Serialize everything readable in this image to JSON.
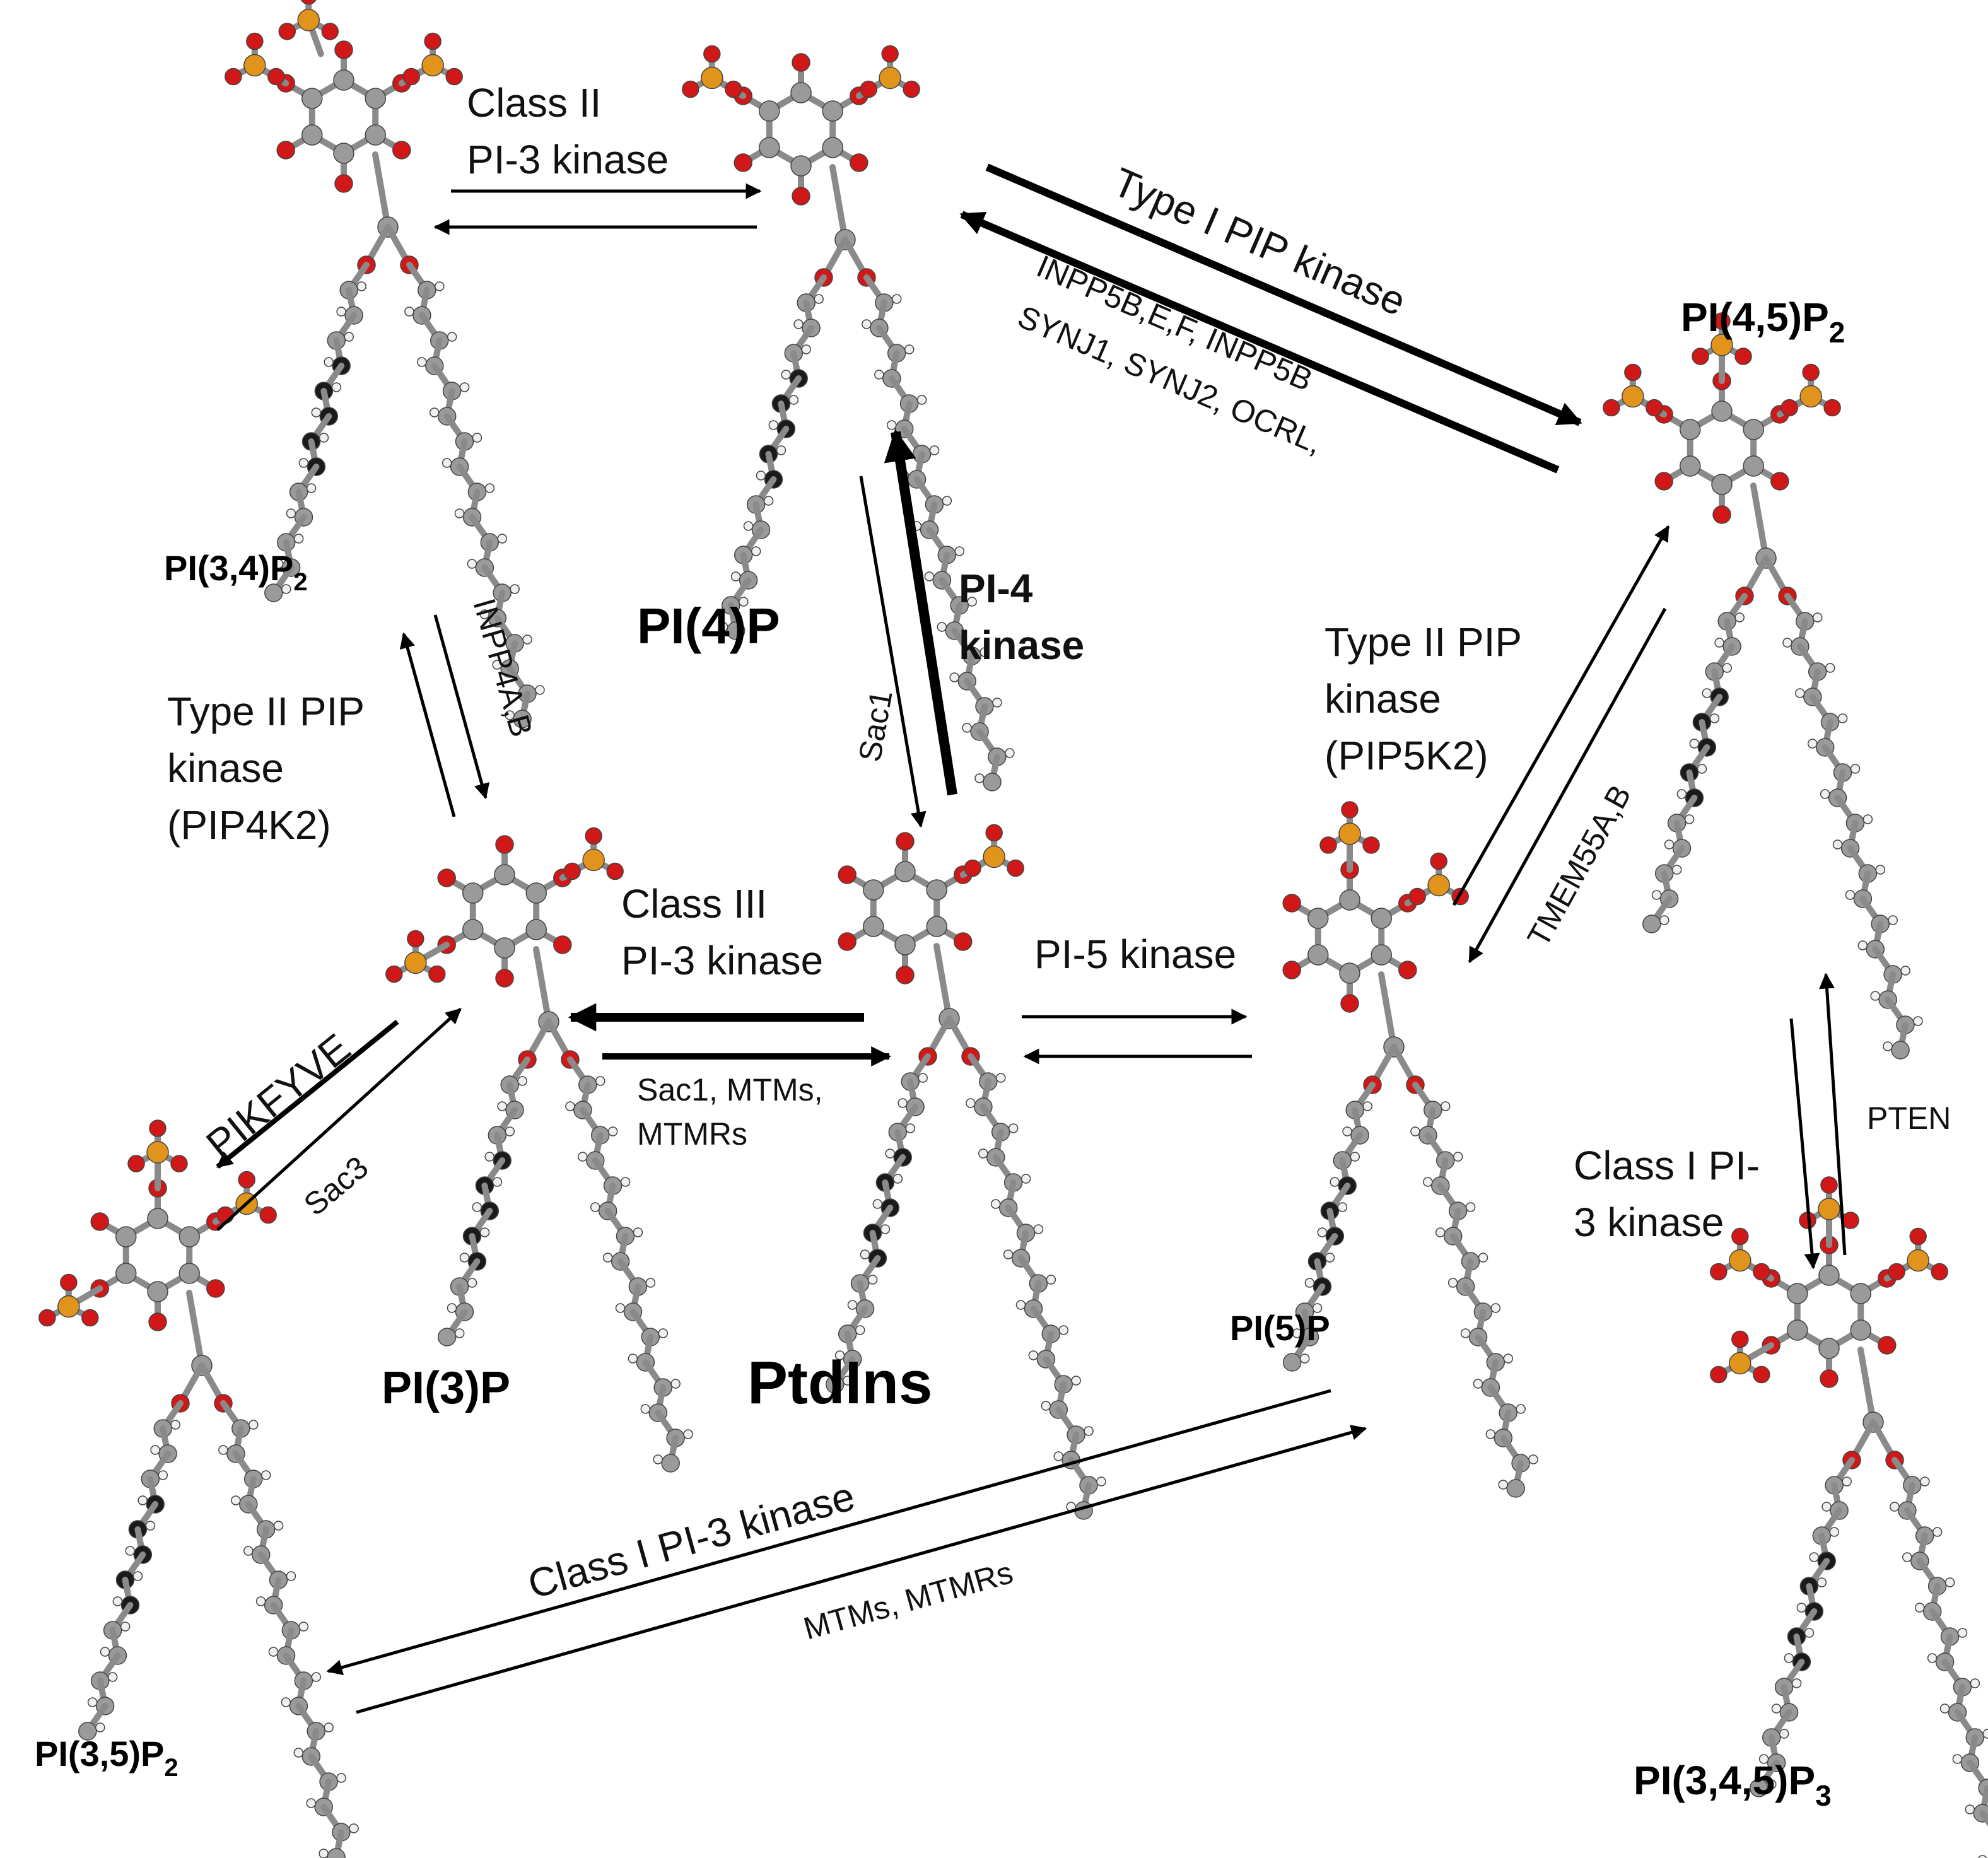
{
  "molecules": {
    "pi34p2": {
      "main": "PI(3,4)P",
      "sub": "2"
    },
    "pi4p": {
      "main": "PI(4)P",
      "sub": ""
    },
    "pi45p2": {
      "main": "PI(4,5)P",
      "sub": "2"
    },
    "pi3p": {
      "main": "PI(3)P",
      "sub": ""
    },
    "ptdins": {
      "main": "PtdIns",
      "sub": ""
    },
    "pi5p": {
      "main": "PI(5)P",
      "sub": ""
    },
    "pi35p2": {
      "main": "PI(3,5)P",
      "sub": "2"
    },
    "pi345p3": {
      "main": "PI(3,4,5)P",
      "sub": "3"
    }
  },
  "enzymes": {
    "class2_line1": "Class II",
    "class2_line2": "PI-3 kinase",
    "type1": "Type I PIP kinase",
    "inpp5_line1": "INPP5B,E,F, INPP5B",
    "inpp5_line2": "SYNJ1, SYNJ2, OCRL,",
    "inpp4": "INPP4A,B",
    "type2a_line1": "Type II PIP",
    "type2a_line2": "kinase",
    "type2a_line3": "(PIP4K2)",
    "pi4k_line1": "PI-4",
    "pi4k_line2": "kinase",
    "sac1": "Sac1",
    "type2b_line1": "Type II PIP",
    "type2b_line2": "kinase",
    "type2b_line3": "(PIP5K2)",
    "tmem55": "TMEM55A,B",
    "class3_line1": "Class III",
    "class3_line2": "PI-3 kinase",
    "pi5k": "PI-5 kinase",
    "sac1mtm_line1": "Sac1, MTMs,",
    "sac1mtm_line2": "MTMRs",
    "pikfyve": "PIKFYVE",
    "sac3": "Sac3",
    "pten": "PTEN",
    "class1a_line1": "Class I PI-",
    "class1a_line2": "3 kinase",
    "class1b": "Class I PI-3 kinase",
    "mtms": "MTMs, MTMRs"
  },
  "colors": {
    "oxygen": "#d01818",
    "phosphorus": "#e0941c",
    "carbon": "#9a9a9a",
    "carbon_dark": "#1a1a1a",
    "hydrogen": "#f0f0f0",
    "arrow": "#000000"
  }
}
